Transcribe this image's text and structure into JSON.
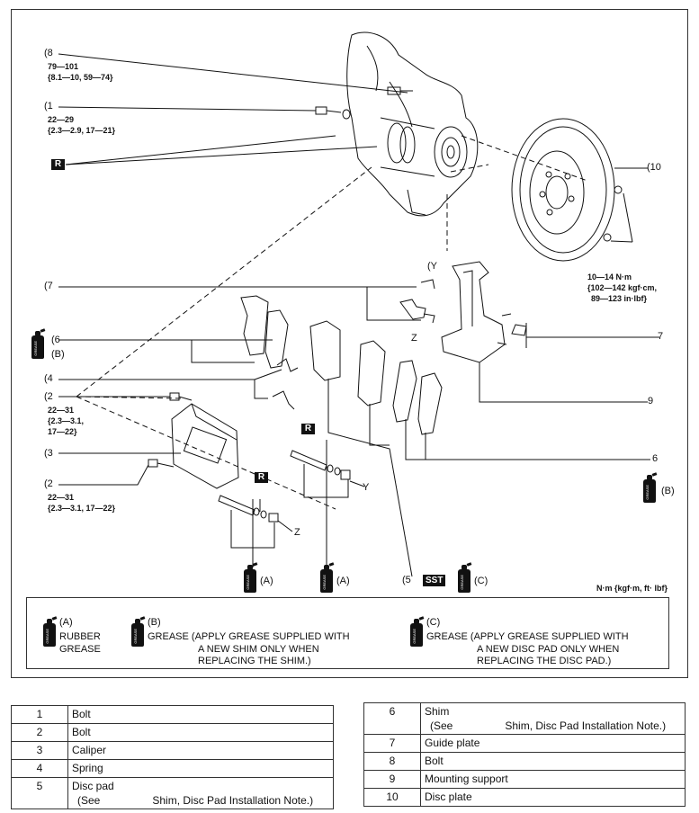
{
  "callouts": {
    "c8": "(8",
    "c1": "(1",
    "c7l": "(7",
    "c6l": "(6",
    "c4": "(4",
    "c2a": "(2",
    "c3": "(3",
    "c2b": "(2",
    "c10": "(10",
    "cY1": "(Y",
    "cZ1": "Z",
    "c7r": "7",
    "c9": "9",
    "c6r": "6",
    "cY2": "Y",
    "cZ2": "Z",
    "c5": "(5"
  },
  "torques": {
    "t8_a": "79—101",
    "t8_b": "{8.1—10, 59—74}",
    "t1_a": "22—29",
    "t1_b": "{2.3—2.9, 17—21}",
    "t2a_a": "22—31",
    "t2a_b": "{2.3—3.1,",
    "t2a_c": "17—22}",
    "t2b_a": "22—31",
    "t2b_b": "{2.3—3.1, 17—22}",
    "t10_a": "10—14 N·m",
    "t10_b": "{102—142 kgf·cm,",
    "t10_c": "89—123 in·lbf}"
  },
  "markers": {
    "r": "R",
    "sst": "SST",
    "a": "(A)",
    "b": "(B)",
    "c": "(C)",
    "grease": "GREASE"
  },
  "units": "N·m {kgf·m, ft· lbf}",
  "legend": {
    "a_label": "(A)",
    "a_line1": "RUBBER",
    "a_line2": "GREASE",
    "b_label": "(B)",
    "b_line1": "GREASE  (APPLY GREASE SUPPLIED WITH",
    "b_line2": "A NEW SHIM ONLY WHEN",
    "b_line3": "REPLACING THE SHIM.)",
    "c_label": "(C)",
    "c_line1": "GREASE  (APPLY GREASE SUPPLIED WITH",
    "c_line2": "A NEW DISC PAD ONLY WHEN",
    "c_line3": "REPLACING THE DISC PAD.)"
  },
  "parts_left": [
    {
      "num": "1",
      "name": "Bolt"
    },
    {
      "num": "2",
      "name": "Bolt"
    },
    {
      "num": "3",
      "name": "Caliper"
    },
    {
      "num": "4",
      "name": "Spring"
    },
    {
      "num": "5",
      "name": "Disc pad",
      "note_a": "(See",
      "note_b": "Shim, Disc Pad Installation Note.)"
    }
  ],
  "parts_right": [
    {
      "num": "6",
      "name": "Shim",
      "note_a": "(See",
      "note_b": "Shim, Disc Pad Installation Note.)"
    },
    {
      "num": "7",
      "name": "Guide plate"
    },
    {
      "num": "8",
      "name": "Bolt"
    },
    {
      "num": "9",
      "name": "Mounting support"
    },
    {
      "num": "10",
      "name": "Disc plate"
    }
  ]
}
